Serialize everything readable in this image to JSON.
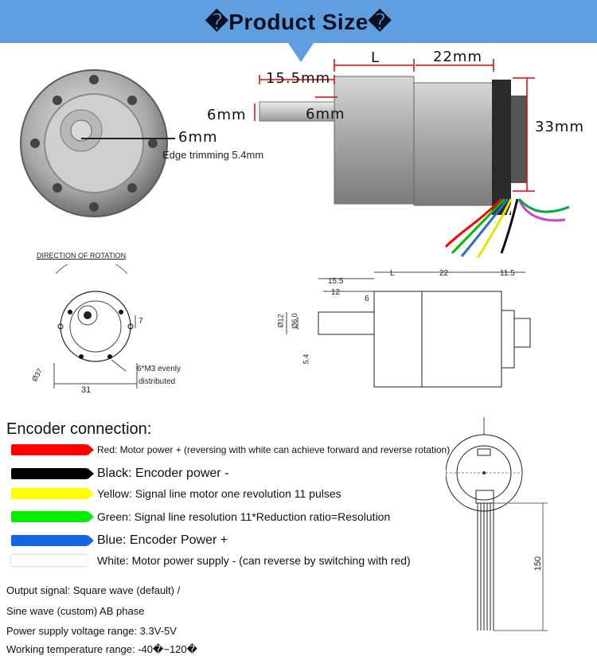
{
  "banner": {
    "title": "�Product Size�",
    "color": "#5f9fe0"
  },
  "photo": {
    "dims": {
      "front_shaft": "6mm",
      "edge_trimming": "Edge trimming 5.4mm",
      "shaft_length": "15.5mm",
      "shaft_diameter": "6mm",
      "shaft_flat": "6mm",
      "gearbox_length": "L",
      "motor_length": "22mm",
      "encoder_height": "33mm"
    }
  },
  "drawing": {
    "rotation_label": "DIRECTION OF ROTATION",
    "holes_note_line1": "6*M3 evenly",
    "holes_note_line2": "distributed",
    "front_width": "31",
    "front_offset": "7",
    "front_diameter": "Ø37",
    "side_15_5": "15.5",
    "side_12": "12",
    "side_L": "L",
    "side_22": "22",
    "side_11_5": "11.5",
    "side_6": "6",
    "side_phi12": "Ø12",
    "side_phi6": "Ø6.0",
    "side_phi5_4": "5.4",
    "cable_length": "150"
  },
  "encoder": {
    "heading": "Encoder connection:",
    "wires": [
      {
        "color": "#ff0000",
        "text": "Red: Motor power + (reversing with white can achieve forward and reverse rotation)",
        "size": 12
      },
      {
        "color": "#000000",
        "text": "Black: Encoder power -",
        "size": 16
      },
      {
        "color": "#ffff00",
        "text": "Yellow: Signal line motor one revolution 11 pulses",
        "size": 14
      },
      {
        "color": "#00ee00",
        "text": "Green: Signal line resolution 11*Reduction ratio=Resolution",
        "size": 14
      },
      {
        "color": "#1565e0",
        "text": "Blue: Encoder Power +",
        "size": 16
      },
      {
        "color": "#ffffff",
        "text": "White: Motor power supply - (can reverse by switching with red)",
        "size": 14
      }
    ]
  },
  "specs": [
    "Output signal: Square wave (default) /",
    "Sine wave (custom) AB phase",
    "Power supply voltage range: 3.3V-5V",
    "Working temperature range: -40�~120�"
  ]
}
